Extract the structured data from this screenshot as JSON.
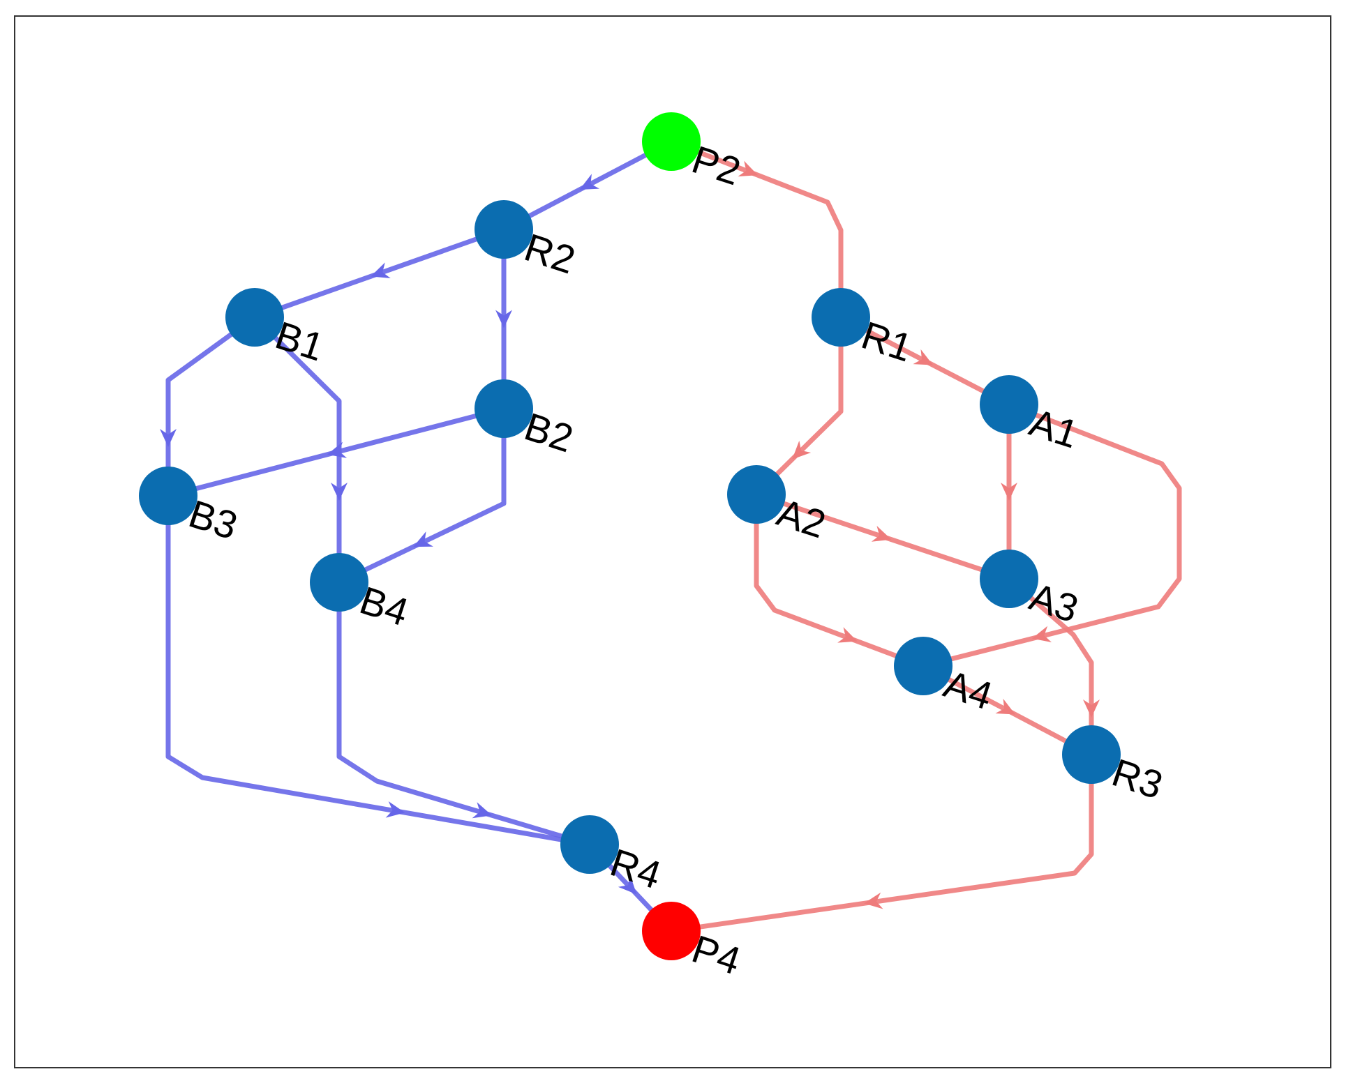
{
  "colors": {
    "blue_edge": "#6666e8",
    "red_edge": "#ee7b7b",
    "node_default": "#0b6db0",
    "node_start": "#00ff00",
    "node_end": "#ff0000"
  },
  "nodes": [
    {
      "id": "P2",
      "label": "P2",
      "role": "start"
    },
    {
      "id": "R2",
      "label": "R2",
      "role": "default"
    },
    {
      "id": "B1",
      "label": "B1",
      "role": "default"
    },
    {
      "id": "B2",
      "label": "B2",
      "role": "default"
    },
    {
      "id": "B3",
      "label": "B3",
      "role": "default"
    },
    {
      "id": "B4",
      "label": "B4",
      "role": "default"
    },
    {
      "id": "R4",
      "label": "R4",
      "role": "default"
    },
    {
      "id": "P4",
      "label": "P4",
      "role": "end"
    },
    {
      "id": "R1",
      "label": "R1",
      "role": "default"
    },
    {
      "id": "A1",
      "label": "A1",
      "role": "default"
    },
    {
      "id": "A2",
      "label": "A2",
      "role": "default"
    },
    {
      "id": "A3",
      "label": "A3",
      "role": "default"
    },
    {
      "id": "A4",
      "label": "A4",
      "role": "default"
    },
    {
      "id": "R3",
      "label": "R3",
      "role": "default"
    }
  ],
  "edges": [
    {
      "from": "P2",
      "to": "R2",
      "group": "blue"
    },
    {
      "from": "R2",
      "to": "B1",
      "group": "blue"
    },
    {
      "from": "R2",
      "to": "B2",
      "group": "blue"
    },
    {
      "from": "B1",
      "to": "B3",
      "group": "blue"
    },
    {
      "from": "B1",
      "to": "B4",
      "group": "blue"
    },
    {
      "from": "B2",
      "to": "B3",
      "group": "blue"
    },
    {
      "from": "B2",
      "to": "B4",
      "group": "blue"
    },
    {
      "from": "B3",
      "to": "R4",
      "group": "blue"
    },
    {
      "from": "B4",
      "to": "R4",
      "group": "blue"
    },
    {
      "from": "R4",
      "to": "P4",
      "group": "blue"
    },
    {
      "from": "P2",
      "to": "R1",
      "group": "red"
    },
    {
      "from": "R1",
      "to": "A1",
      "group": "red"
    },
    {
      "from": "R1",
      "to": "A2",
      "group": "red"
    },
    {
      "from": "A1",
      "to": "A3",
      "group": "red"
    },
    {
      "from": "A1",
      "to": "A4",
      "group": "red"
    },
    {
      "from": "A2",
      "to": "A3",
      "group": "red"
    },
    {
      "from": "A2",
      "to": "A4",
      "group": "red"
    },
    {
      "from": "A3",
      "to": "R3",
      "group": "red"
    },
    {
      "from": "A4",
      "to": "R3",
      "group": "red"
    },
    {
      "from": "R3",
      "to": "P4",
      "group": "red"
    }
  ]
}
